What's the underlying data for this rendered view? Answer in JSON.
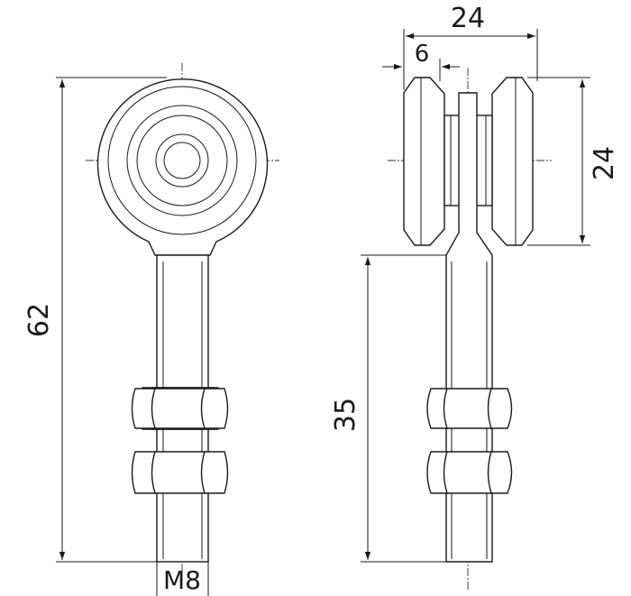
{
  "dimensions": {
    "total_height": "62",
    "thread": "M8",
    "total_width": "24",
    "flange_width": "6",
    "wheel_diameter": "24",
    "thread_length": "35"
  },
  "colors": {
    "line": "#1a1a1a",
    "background": "#ffffff"
  }
}
